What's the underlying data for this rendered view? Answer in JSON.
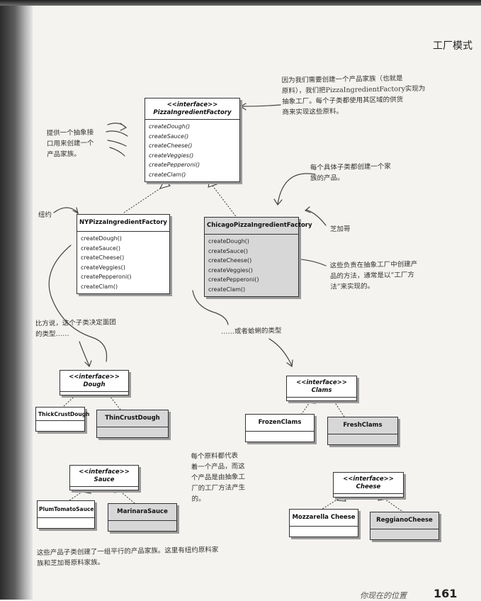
{
  "header": {
    "title": "工厂模式"
  },
  "classes": {
    "abstract_factory": {
      "stereotype": "<<interface>>",
      "name": "PizzaIngredientFactory",
      "methods": [
        "createDough()",
        "createSauce()",
        "createCheese()",
        "createVeggies()",
        "createPepperoni()",
        "createClam()"
      ]
    },
    "ny_factory": {
      "name": "NYPizzaIngredientFactory",
      "methods": [
        "createDough()",
        "createSauce()",
        "createCheese()",
        "createVeggies()",
        "createPepperoni()",
        "createClam()"
      ]
    },
    "chicago_factory": {
      "name": "ChicagoPizzaIngredientFactory",
      "methods": [
        "createDough()",
        "createSauce()",
        "createCheese()",
        "createVeggies()",
        "createPepperoni()",
        "createClam()"
      ]
    },
    "dough": {
      "stereotype": "<<interface>>",
      "name": "Dough"
    },
    "thick_crust_dough": {
      "name": "ThickCrustDough"
    },
    "thin_crust_dough": {
      "name": "ThinCrustDough"
    },
    "clams": {
      "stereotype": "<<interface>>",
      "name": "Clams"
    },
    "frozen_clams": {
      "name": "FrozenClams"
    },
    "fresh_clams": {
      "name": "FreshClams"
    },
    "sauce": {
      "stereotype": "<<interface>>",
      "name": "Sauce"
    },
    "plum_tomato_sauce": {
      "name": "PlumTomatoSauce"
    },
    "marinara_sauce": {
      "name": "MarinaraSauce"
    },
    "cheese": {
      "stereotype": "<<interface>>",
      "name": "Cheese"
    },
    "mozzarella_cheese": {
      "name": "Mozzarella Cheese"
    },
    "reggiano_cheese": {
      "name": "ReggianoCheese"
    }
  },
  "annotations": {
    "top_right": [
      "因为我们需要创建一个产品家族（也就是",
      "原料），我们把PizzaIngredientFactory实现为",
      "抽象工厂。每个子类都使用其区域的供货",
      "商来实现这些原料。"
    ],
    "interface_note": [
      "提供一个抽象接",
      "口用来创建一个",
      "产品家族。"
    ],
    "each_subclass": [
      "每个具体子类都创建一个家",
      "族的产品。"
    ],
    "newyork": "纽约",
    "chicago": "芝加哥",
    "factory_methods": [
      "这些负责在抽象工厂中创建产",
      "品的方法，通常是以“工厂方",
      "法”来实现的。"
    ],
    "ny_decides": [
      "比方说，这个子类决定面团",
      "的类型……"
    ],
    "or_clams": "……或者蛤蜊的类型",
    "each_ingredient": [
      "每个原料都代表",
      "着一个产品，而这",
      "个产品是由抽象工",
      "厂的工厂方法产生",
      "的。"
    ],
    "bottom": [
      "这些产品子类创建了一组平行的产品家族。这里有纽约原料家",
      "族和芝加哥原料家族。"
    ]
  },
  "footer": {
    "text": "你现在的位置",
    "page": "161"
  }
}
